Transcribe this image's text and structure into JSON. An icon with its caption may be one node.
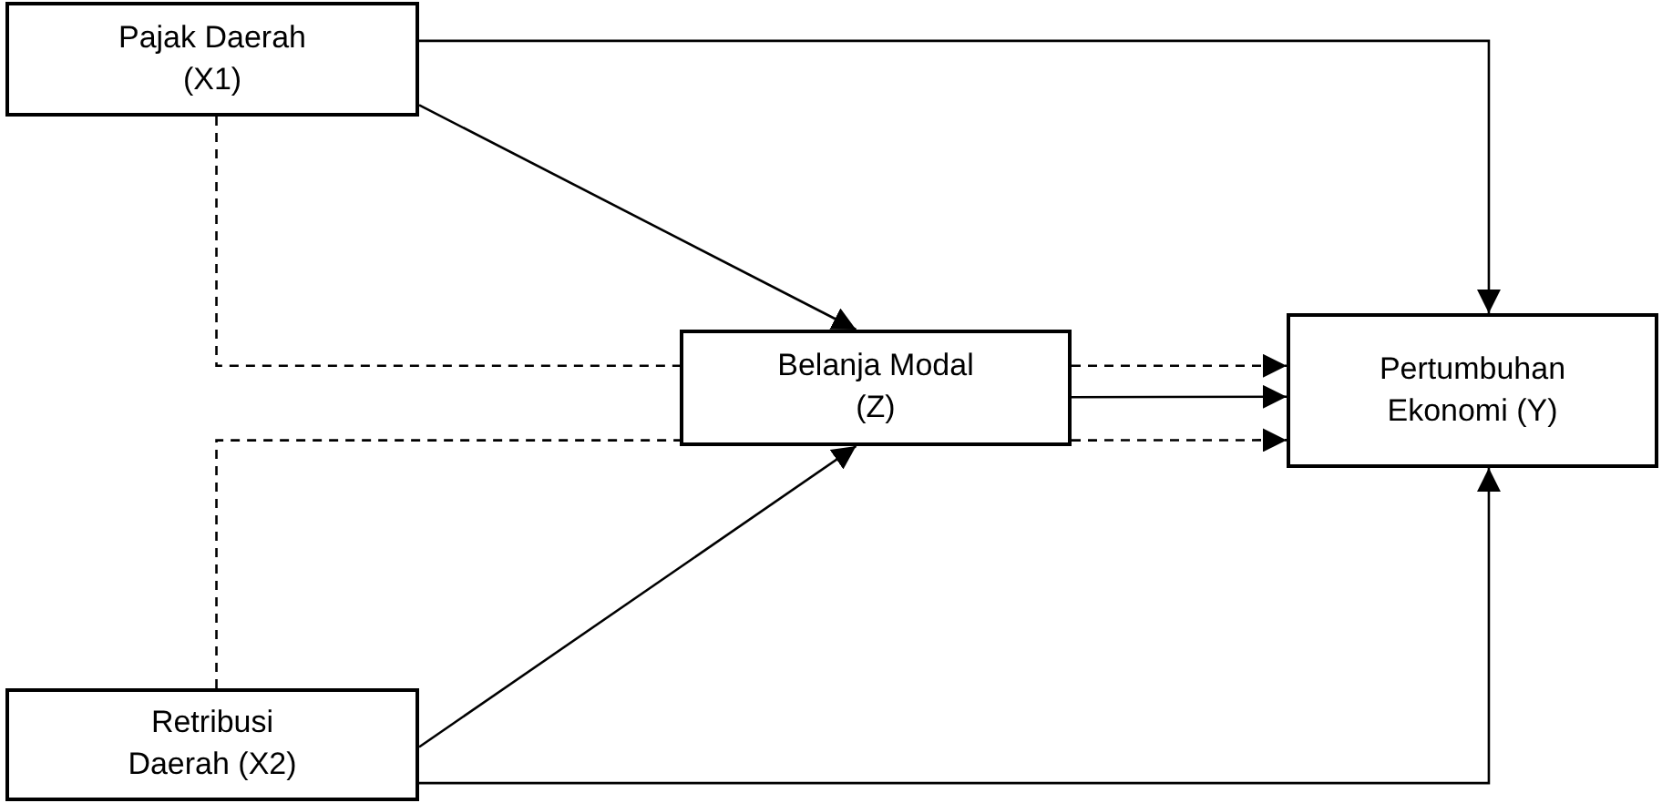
{
  "diagram": {
    "nodes": [
      {
        "text": [
          "Pajak Daerah (X1)"
        ]
      },
      {
        "text": [
          "Belanja Modal (Z)"
        ]
      },
      {
        "text": [
          "Pertumbuhan Ekonomi (Y)"
        ]
      },
      {
        "text": [
          "Retribusi Daerah (X2)"
        ]
      }
    ],
    "edges": [
      {
        "from": 0,
        "to": 2,
        "arrow": "to"
      },
      {
        "from": 0,
        "to": 1,
        "arrow": "to"
      },
      {
        "from": 0,
        "to": 1,
        "arrow": "none",
        "style": "dashed"
      },
      {
        "from": 1,
        "to": 2,
        "arrow": "to",
        "style": "dashed"
      },
      {
        "from": 1,
        "to": 2,
        "arrow": "to"
      },
      {
        "from": 3,
        "to": 1,
        "arrow": "none",
        "style": "dashed"
      },
      {
        "from": 1,
        "to": 2,
        "arrow": "to",
        "style": "dashed"
      },
      {
        "from": 3,
        "to": 1,
        "arrow": "to"
      },
      {
        "from": 3,
        "to": 2,
        "arrow": "to"
      }
    ]
  }
}
